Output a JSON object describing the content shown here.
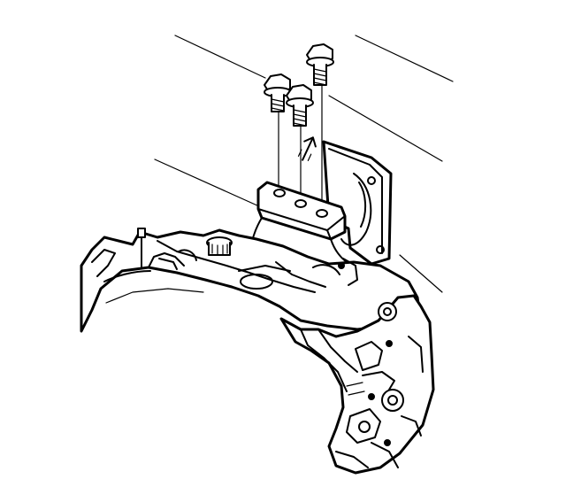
{
  "figure": {
    "stroke_color": "#000000",
    "background_color": "#ffffff",
    "parts": [
      "engine-surface-lines",
      "bolt-left",
      "bolt-center",
      "bolt-right",
      "mount-bracket-pad",
      "engine-block",
      "transmission-case",
      "frame-crossmember",
      "front-direction-arrow-icon"
    ],
    "bolt_count": 3
  }
}
